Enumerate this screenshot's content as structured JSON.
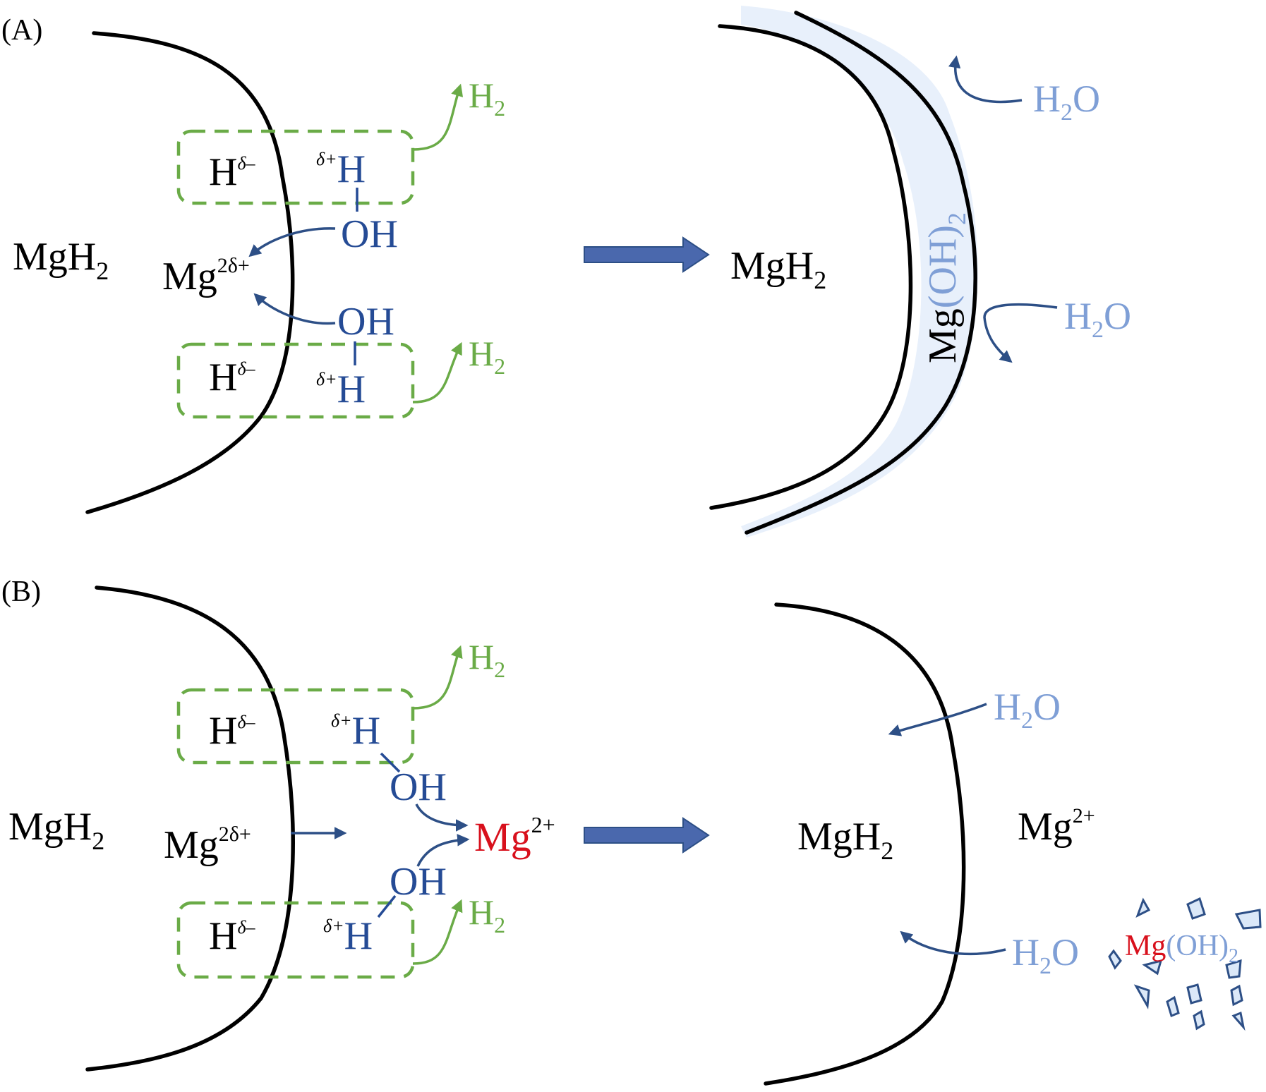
{
  "panel_a": {
    "label": "(A)",
    "left": {
      "bulk": {
        "main": "MgH",
        "sub": "2"
      },
      "mg_center": {
        "main": "Mg",
        "sup": "2δ+"
      },
      "top_box": {
        "h_minus": {
          "main": "H",
          "sup": "δ–"
        },
        "h_plus": {
          "pre": "δ+",
          "main": "H"
        }
      },
      "bottom_box": {
        "h_minus": {
          "main": "H",
          "sup": "δ–"
        },
        "h_plus": {
          "pre": "δ+",
          "main": "H"
        }
      },
      "oh_top": "OH",
      "oh_bottom": "OH",
      "h2_top": {
        "main": "H",
        "sub": "2"
      },
      "h2_bottom": {
        "main": "H",
        "sub": "2"
      }
    },
    "right": {
      "bulk": {
        "main": "MgH",
        "sub": "2"
      },
      "layer": {
        "mg": "Mg",
        "oh": "(OH)",
        "sub": "2"
      },
      "h2o_top": {
        "a": "H",
        "sub": "2",
        "b": "O"
      },
      "h2o_bottom": {
        "a": "H",
        "sub": "2",
        "b": "O"
      }
    }
  },
  "panel_b": {
    "label": "(B)",
    "left": {
      "bulk": {
        "main": "MgH",
        "sub": "2"
      },
      "mg_center": {
        "main": "Mg",
        "sup": "2δ+"
      },
      "top_box": {
        "h_minus": {
          "main": "H",
          "sup": "δ–"
        },
        "h_plus": {
          "pre": "δ+",
          "main": "H"
        }
      },
      "bottom_box": {
        "h_minus": {
          "main": "H",
          "sup": "δ–"
        },
        "h_plus": {
          "pre": "δ+",
          "main": "H"
        }
      },
      "oh_top": "OH",
      "oh_bottom": "OH",
      "mg_ion": {
        "main": "Mg",
        "sup": "2+"
      },
      "h2_top": {
        "main": "H",
        "sub": "2"
      },
      "h2_bottom": {
        "main": "H",
        "sub": "2"
      }
    },
    "right": {
      "bulk": {
        "main": "MgH",
        "sub": "2"
      },
      "mg_ion": {
        "main": "Mg",
        "sup": "2+"
      },
      "h2o_top": {
        "a": "H",
        "sub": "2",
        "b": "O"
      },
      "h2o_bottom": {
        "a": "H",
        "sub": "2",
        "b": "O"
      },
      "precipitate": {
        "mg": "Mg",
        "oh": "(OH)",
        "sub": "2"
      }
    }
  },
  "colors": {
    "hydrogen_green": "#6aab47",
    "oh_blue": "#254b95",
    "water_light_blue": "#7f9fd6",
    "ion_red": "#d8101c",
    "layer_fill": "#e8f0fb",
    "arrow_blue": "#4a68ad"
  }
}
